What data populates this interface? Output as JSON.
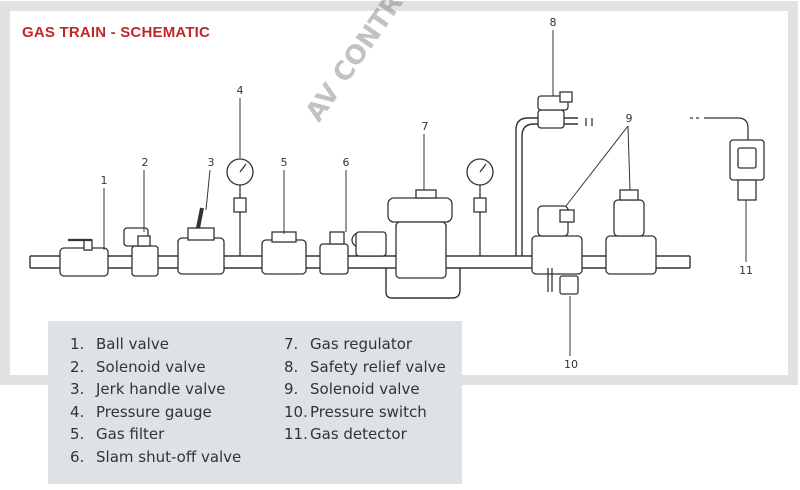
{
  "title": "GAS TRAIN - SCHEMATIC",
  "watermark": "AV CONTROL SYSTEMS",
  "callouts": [
    "1",
    "2",
    "3",
    "4",
    "5",
    "6",
    "7",
    "8",
    "9",
    "10",
    "11"
  ],
  "legend": {
    "left": [
      {
        "num": "1.",
        "label": "Ball valve"
      },
      {
        "num": "2.",
        "label": "Solenoid valve"
      },
      {
        "num": "3.",
        "label": "Jerk handle valve"
      },
      {
        "num": "4.",
        "label": "Pressure gauge"
      },
      {
        "num": "5.",
        "label": "Gas filter"
      },
      {
        "num": "6.",
        "label": "Slam shut-off valve"
      }
    ],
    "right": [
      {
        "num": "7.",
        "label": "Gas regulator"
      },
      {
        "num": "8.",
        "label": "Safety relief valve"
      },
      {
        "num": "9.",
        "label": "Solenoid valve"
      },
      {
        "num": "10.",
        "label": "Pressure switch"
      },
      {
        "num": "11.",
        "label": "Gas detector"
      }
    ]
  },
  "colors": {
    "title": "#c0272d",
    "frame": "#e2e2e2",
    "legend_bg": "#dfe2e5",
    "line": "#333333"
  }
}
